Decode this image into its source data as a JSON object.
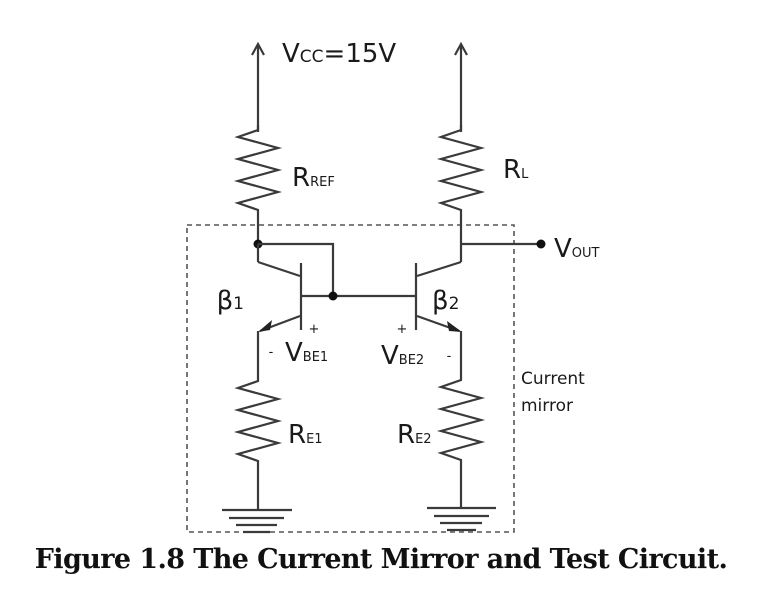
{
  "figure": {
    "caption": "Figure 1.8 The Current Mirror and Test Circuit.",
    "supply": {
      "label_main": "V",
      "label_sub": "CC",
      "label_value": "=15V"
    },
    "resistors": {
      "r_ref": {
        "main": "R",
        "sub": "REF"
      },
      "r_l": {
        "main": "R",
        "sub": "L"
      },
      "r_e1": {
        "main": "R",
        "sub": "E1"
      },
      "r_e2": {
        "main": "R",
        "sub": "E2"
      }
    },
    "transistors": {
      "q1": {
        "beta_main": "β",
        "beta_sub": "1"
      },
      "q2": {
        "beta_main": "β",
        "beta_sub": "2"
      }
    },
    "vbe": {
      "vbe1": {
        "main": "V",
        "sub": "BE1",
        "plus": "+",
        "minus": "-"
      },
      "vbe2": {
        "main": "V",
        "sub": "BE2",
        "plus": "+",
        "minus": "-"
      }
    },
    "output": {
      "main": "V",
      "sub": "OUT"
    },
    "mirror_box": {
      "line1": "Current",
      "line2": "mirror"
    }
  }
}
